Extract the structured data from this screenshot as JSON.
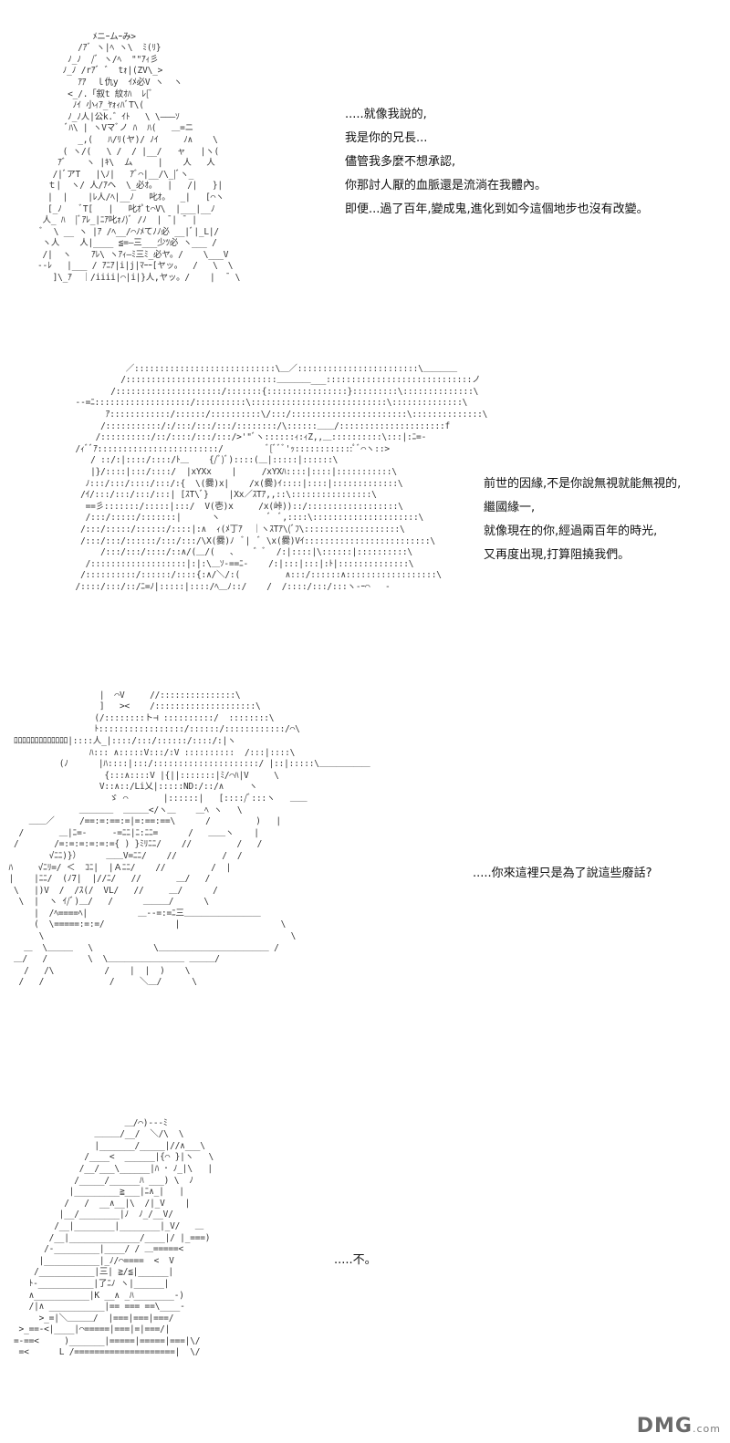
{
  "panels": [
    {
      "art_label": "ascii-art-figure-1",
      "lines": [
        ".....就像我說的,",
        "我是你的兄長...",
        "儘管我多麼不想承認,",
        "你那討人厭的血脈還是流淌在我體內。",
        "即便...過了百年,變成鬼,進化到如今這個地步也沒有改變。"
      ]
    },
    {
      "art_label": "ascii-art-figure-2",
      "lines": [
        "前世的因緣,不是你說無視就能無視的,",
        "繼國緣一,",
        "就像現在的你,經過兩百年的時光,",
        "又再度出現,打算阻撓我們。"
      ]
    },
    {
      "art_label": "ascii-art-figure-3",
      "lines": [
        ".....你來這裡只是為了說這些廢話?"
      ]
    },
    {
      "art_label": "ascii-art-figure-4",
      "lines": [
        ".....不。"
      ]
    }
  ],
  "watermark": {
    "brand": "DMG",
    "suffix": ".com"
  }
}
